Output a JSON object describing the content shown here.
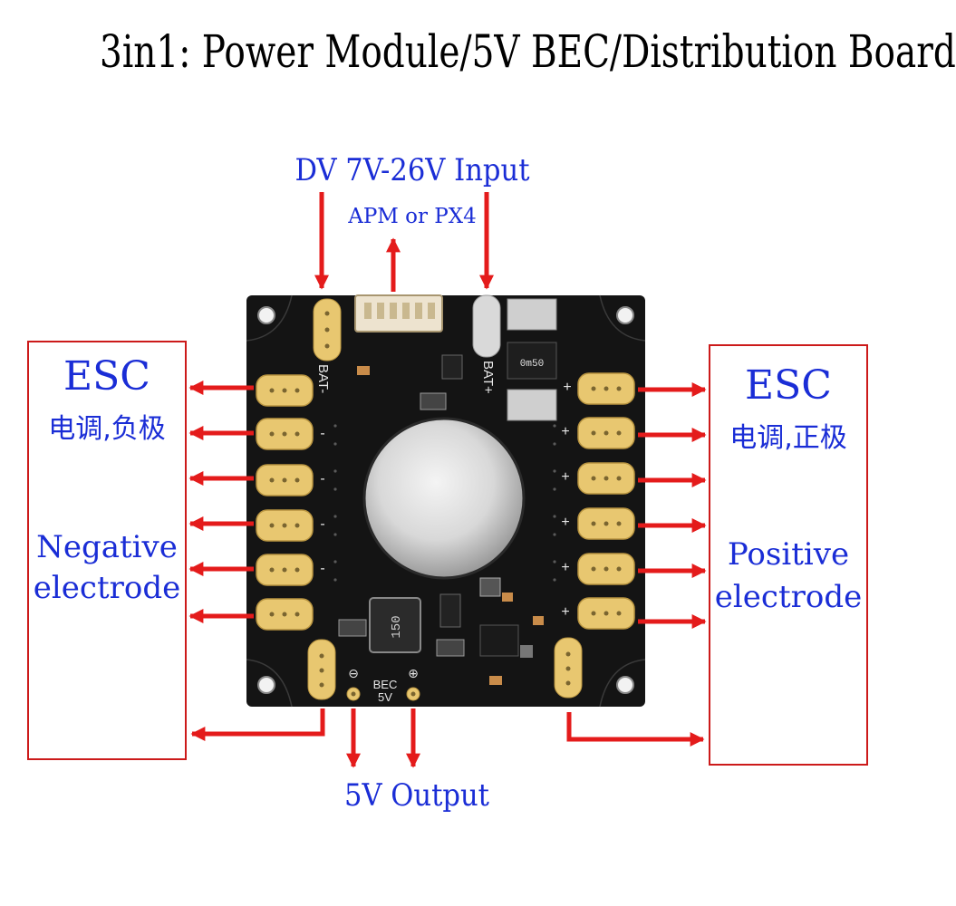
{
  "title": "3in1: Power Module/5V BEC/Distribution Board",
  "input_label": "DV 7V-26V Input",
  "apm_label": "APM or PX4",
  "output_label": "5V Output",
  "left_box": {
    "esc": "ESC",
    "cn": "电调,负极",
    "line1": "Negative",
    "line2": "electrode"
  },
  "right_box": {
    "esc": "ESC",
    "cn": "电调,正极",
    "line1": "Positive",
    "line2": "electrode"
  },
  "board": {
    "bat_minus": "BAT-",
    "bat_plus": "BAT+",
    "shunt": "0m50",
    "inductor": "150",
    "bec_label": "BEC",
    "bec_volt": "5V",
    "minus_sign": "⊖",
    "plus_sign": "⊕",
    "pad_minus": "-",
    "pad_plus": "+"
  },
  "colors": {
    "arrow": "#e41b1b",
    "label_blue": "#1a2dd6",
    "board": "#141414",
    "pad": "#e8c770"
  }
}
